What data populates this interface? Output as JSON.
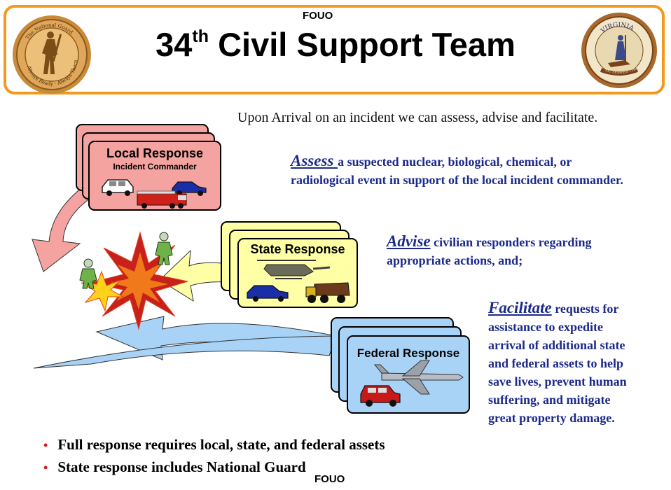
{
  "header": {
    "fouo_top": "FOUO",
    "title_prefix": "34",
    "title_sup": "th",
    "title_rest": " Civil Support Team",
    "left_seal_name": "national-guard-minuteman-seal",
    "left_seal_text": "The National Guard · Always Ready · Always There",
    "right_seal_name": "virginia-state-seal",
    "right_seal_text": "VIRGINIA · SIC SEMPER TYRANNIS"
  },
  "local_response": {
    "title": "Local Response",
    "subtitle": "Incident Commander",
    "color": "#f4a3a0"
  },
  "state_response": {
    "title": "State Response",
    "color": "#ffffa6"
  },
  "federal_response": {
    "title": "Federal Response",
    "color": "#a9d3f6"
  },
  "intro": "Upon Arrival on an incident we can assess, advise and facilitate.",
  "assess": {
    "keyword": "Assess ",
    "text": "a suspected nuclear, biological, chemical, or radiological event in support of the local incident commander."
  },
  "advise": {
    "keyword": "Advise",
    "text": " civilian responders regarding appropriate actions, and;"
  },
  "facilitate": {
    "keyword": "Facilitate",
    "text": "  requests for assistance to expedite arrival of additional state and federal assets to help save lives, prevent human suffering, and mitigate great property damage."
  },
  "bullets": [
    "Full response requires local, state, and federal assets",
    "State response includes National Guard"
  ],
  "fouo_bottom": "FOUO",
  "colors": {
    "header_border": "#f39a1e",
    "text_blue": "#1c2a8a",
    "bullet": "#d81818"
  }
}
